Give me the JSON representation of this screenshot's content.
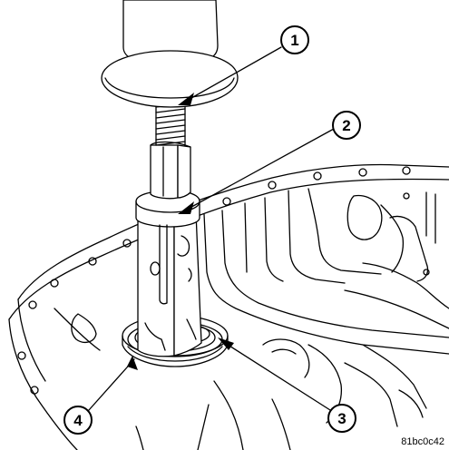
{
  "callouts": [
    {
      "label": "1"
    },
    {
      "label": "2"
    },
    {
      "label": "3"
    },
    {
      "label": "4"
    }
  ],
  "figure_code": "81bc0c42",
  "colors": {
    "line": "#000000",
    "background": "#ffffff",
    "tool_fill": "#ffffff"
  }
}
